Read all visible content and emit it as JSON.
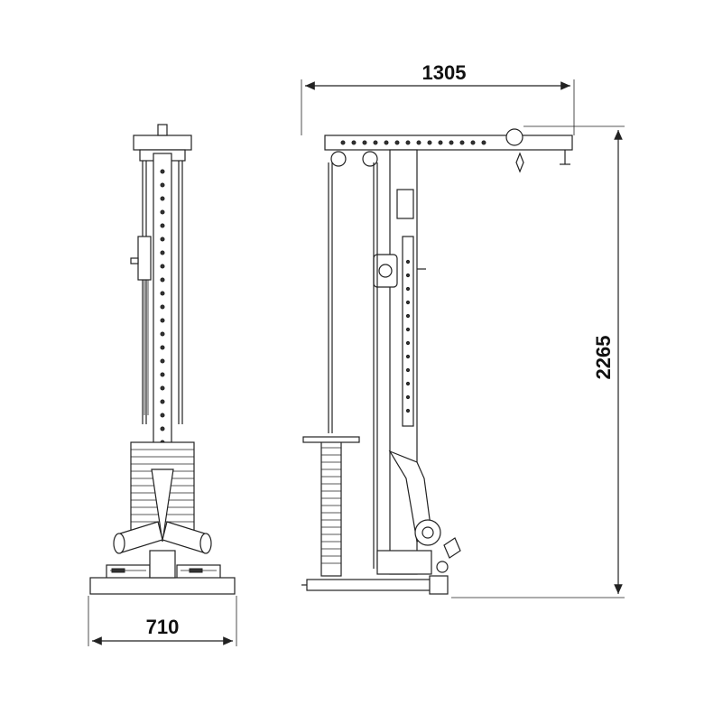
{
  "dimensions": {
    "width_side": "1305",
    "height": "2265",
    "width_front": "710"
  },
  "colors": {
    "line": "#222222",
    "background": "#ffffff"
  }
}
